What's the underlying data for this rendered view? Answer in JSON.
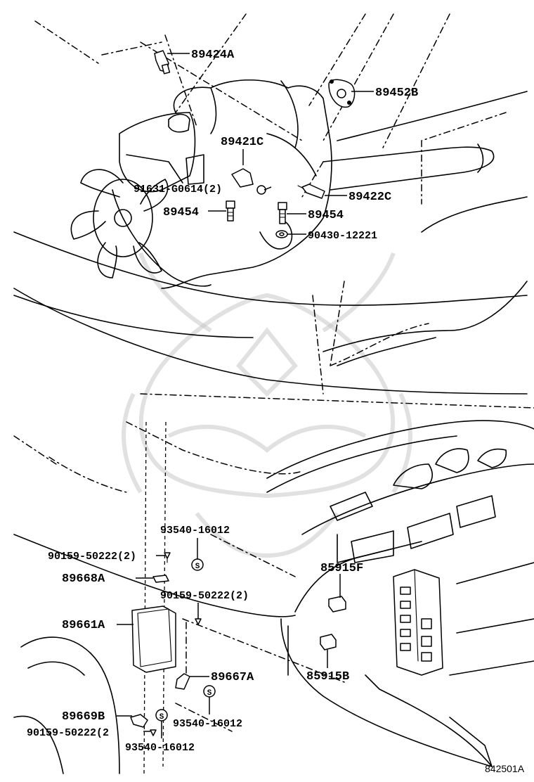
{
  "labels": {
    "p89424A": "89424A",
    "p89452B": "89452B",
    "p89421C": "89421C",
    "p91631": "91631-G0614(2)",
    "p89422C": "89422C",
    "p89454_left": "89454",
    "p89454_right": "89454",
    "p90430": "90430-12221",
    "p93540_top": "93540-16012",
    "p90159_a": "90159-50222(2)",
    "p89668A": "89668A",
    "p90159_b": "90159-50222(2)",
    "p89661A": "89661A",
    "p89667A": "89667A",
    "p93540_mid": "93540-16012",
    "p89669B": "89669B",
    "p90159_c": "90159-50222(2",
    "p93540_bot": "93540-16012",
    "p85915F": "85915F",
    "p85915B": "85915B"
  },
  "figure_code": "842501A",
  "washer_symbol": "S"
}
